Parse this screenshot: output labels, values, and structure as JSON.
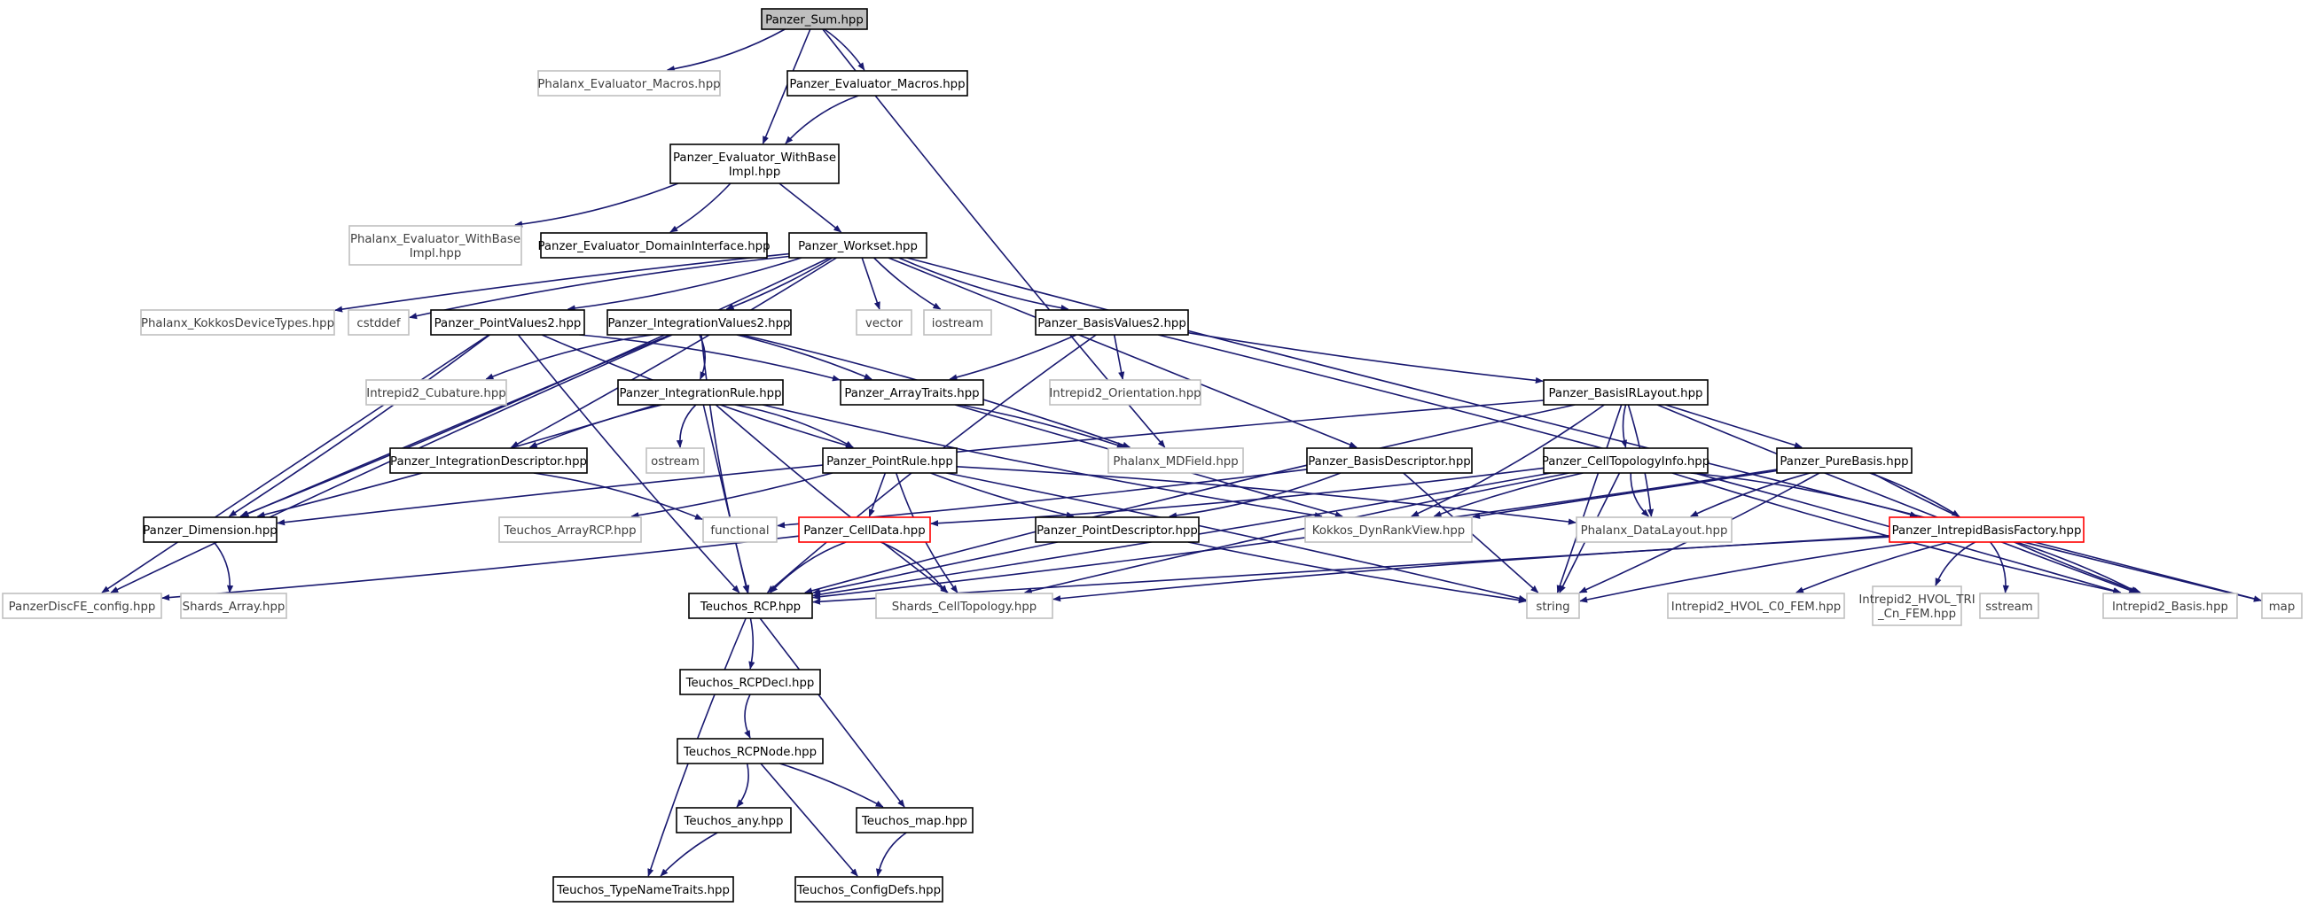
{
  "colors": {
    "edge": "#191970",
    "root_fill": "#bfbfbf",
    "documented_border": "#000000",
    "external_border": "#bfbfbf",
    "truncated_border": "#ff0000",
    "text": "#000000",
    "external_text": "#3f3f3f"
  },
  "nodes": [
    {
      "id": "sum",
      "lines": [
        "Panzer_Sum.hpp"
      ],
      "kind": "root"
    },
    {
      "id": "phx_eval_macros",
      "lines": [
        "Phalanx_Evaluator_Macros.hpp"
      ],
      "kind": "external"
    },
    {
      "id": "pz_eval_macros",
      "lines": [
        "Panzer_Evaluator_Macros.hpp"
      ],
      "kind": "documented"
    },
    {
      "id": "pz_eval_wbi",
      "lines": [
        "Panzer_Evaluator_WithBase",
        "Impl.hpp"
      ],
      "kind": "documented"
    },
    {
      "id": "phx_eval_wbi",
      "lines": [
        "Phalanx_Evaluator_WithBase",
        "Impl.hpp"
      ],
      "kind": "external"
    },
    {
      "id": "pz_domain",
      "lines": [
        "Panzer_Evaluator_DomainInterface.hpp"
      ],
      "kind": "documented"
    },
    {
      "id": "workset",
      "lines": [
        "Panzer_Workset.hpp"
      ],
      "kind": "documented"
    },
    {
      "id": "phx_kokkos",
      "lines": [
        "Phalanx_KokkosDeviceTypes.hpp"
      ],
      "kind": "external"
    },
    {
      "id": "cstddef",
      "lines": [
        "cstddef"
      ],
      "kind": "external"
    },
    {
      "id": "pointvalues2",
      "lines": [
        "Panzer_PointValues2.hpp"
      ],
      "kind": "documented"
    },
    {
      "id": "intvalues2",
      "lines": [
        "Panzer_IntegrationValues2.hpp"
      ],
      "kind": "documented"
    },
    {
      "id": "vector",
      "lines": [
        "vector"
      ],
      "kind": "external"
    },
    {
      "id": "iostream",
      "lines": [
        "iostream"
      ],
      "kind": "external"
    },
    {
      "id": "basisvalues2",
      "lines": [
        "Panzer_BasisValues2.hpp"
      ],
      "kind": "documented"
    },
    {
      "id": "i2_cubature",
      "lines": [
        "Intrepid2_Cubature.hpp"
      ],
      "kind": "external"
    },
    {
      "id": "intrule",
      "lines": [
        "Panzer_IntegrationRule.hpp"
      ],
      "kind": "documented"
    },
    {
      "id": "arraytraits",
      "lines": [
        "Panzer_ArrayTraits.hpp"
      ],
      "kind": "documented"
    },
    {
      "id": "i2_orient",
      "lines": [
        "Intrepid2_Orientation.hpp"
      ],
      "kind": "external"
    },
    {
      "id": "basisirlayout",
      "lines": [
        "Panzer_BasisIRLayout.hpp"
      ],
      "kind": "documented"
    },
    {
      "id": "intdesc",
      "lines": [
        "Panzer_IntegrationDescriptor.hpp"
      ],
      "kind": "documented"
    },
    {
      "id": "ostream",
      "lines": [
        "ostream"
      ],
      "kind": "external"
    },
    {
      "id": "pointrule",
      "lines": [
        "Panzer_PointRule.hpp"
      ],
      "kind": "documented"
    },
    {
      "id": "phx_mdfield",
      "lines": [
        "Phalanx_MDField.hpp"
      ],
      "kind": "external"
    },
    {
      "id": "basisdesc",
      "lines": [
        "Panzer_BasisDescriptor.hpp"
      ],
      "kind": "documented"
    },
    {
      "id": "celltopoinfo",
      "lines": [
        "Panzer_CellTopologyInfo.hpp"
      ],
      "kind": "documented"
    },
    {
      "id": "purebasis",
      "lines": [
        "Panzer_PureBasis.hpp"
      ],
      "kind": "documented"
    },
    {
      "id": "dimension",
      "lines": [
        "Panzer_Dimension.hpp"
      ],
      "kind": "documented"
    },
    {
      "id": "t_arrayrcp",
      "lines": [
        "Teuchos_ArrayRCP.hpp"
      ],
      "kind": "external"
    },
    {
      "id": "functional",
      "lines": [
        "functional"
      ],
      "kind": "external"
    },
    {
      "id": "celldata",
      "lines": [
        "Panzer_CellData.hpp"
      ],
      "kind": "truncated"
    },
    {
      "id": "pointdesc",
      "lines": [
        "Panzer_PointDescriptor.hpp"
      ],
      "kind": "documented"
    },
    {
      "id": "kokkos_drv",
      "lines": [
        "Kokkos_DynRankView.hpp"
      ],
      "kind": "external"
    },
    {
      "id": "phx_datalayout",
      "lines": [
        "Phalanx_DataLayout.hpp"
      ],
      "kind": "external"
    },
    {
      "id": "ibfactory",
      "lines": [
        "Panzer_IntrepidBasisFactory.hpp"
      ],
      "kind": "truncated"
    },
    {
      "id": "discfe",
      "lines": [
        "PanzerDiscFE_config.hpp"
      ],
      "kind": "external"
    },
    {
      "id": "shards_array",
      "lines": [
        "Shards_Array.hpp"
      ],
      "kind": "external"
    },
    {
      "id": "t_rcp",
      "lines": [
        "Teuchos_RCP.hpp"
      ],
      "kind": "documented"
    },
    {
      "id": "shards_ct",
      "lines": [
        "Shards_CellTopology.hpp"
      ],
      "kind": "external"
    },
    {
      "id": "string",
      "lines": [
        "string"
      ],
      "kind": "external"
    },
    {
      "id": "i2_hvol_c0",
      "lines": [
        "Intrepid2_HVOL_C0_FEM.hpp"
      ],
      "kind": "external"
    },
    {
      "id": "i2_hvol_tri",
      "lines": [
        "Intrepid2_HVOL_TRI",
        "_Cn_FEM.hpp"
      ],
      "kind": "external"
    },
    {
      "id": "sstream",
      "lines": [
        "sstream"
      ],
      "kind": "external"
    },
    {
      "id": "i2_basis",
      "lines": [
        "Intrepid2_Basis.hpp"
      ],
      "kind": "external"
    },
    {
      "id": "map",
      "lines": [
        "map"
      ],
      "kind": "external"
    },
    {
      "id": "t_rcpdecl",
      "lines": [
        "Teuchos_RCPDecl.hpp"
      ],
      "kind": "documented"
    },
    {
      "id": "t_rcpnode",
      "lines": [
        "Teuchos_RCPNode.hpp"
      ],
      "kind": "documented"
    },
    {
      "id": "t_any",
      "lines": [
        "Teuchos_any.hpp"
      ],
      "kind": "documented"
    },
    {
      "id": "t_map",
      "lines": [
        "Teuchos_map.hpp"
      ],
      "kind": "documented"
    },
    {
      "id": "t_typename",
      "lines": [
        "Teuchos_TypeNameTraits.hpp"
      ],
      "kind": "documented"
    },
    {
      "id": "t_configdefs",
      "lines": [
        "Teuchos_ConfigDefs.hpp"
      ],
      "kind": "documented"
    }
  ],
  "edges": [
    [
      "sum",
      "phx_eval_macros"
    ],
    [
      "sum",
      "pz_eval_macros"
    ],
    [
      "sum",
      "pz_eval_wbi"
    ],
    [
      "sum",
      "phx_mdfield"
    ],
    [
      "pz_eval_macros",
      "pz_eval_wbi"
    ],
    [
      "pz_eval_wbi",
      "phx_eval_wbi"
    ],
    [
      "pz_eval_wbi",
      "pz_domain"
    ],
    [
      "pz_eval_wbi",
      "workset"
    ],
    [
      "workset",
      "phx_kokkos"
    ],
    [
      "workset",
      "cstddef"
    ],
    [
      "workset",
      "pointvalues2"
    ],
    [
      "workset",
      "intvalues2"
    ],
    [
      "workset",
      "vector"
    ],
    [
      "workset",
      "iostream"
    ],
    [
      "workset",
      "basisvalues2"
    ],
    [
      "workset",
      "dimension"
    ],
    [
      "workset",
      "intdesc"
    ],
    [
      "workset",
      "basisdesc"
    ],
    [
      "workset",
      "map"
    ],
    [
      "pointvalues2",
      "pointrule"
    ],
    [
      "pointvalues2",
      "arraytraits"
    ],
    [
      "pointvalues2",
      "dimension"
    ],
    [
      "pointvalues2",
      "discfe"
    ],
    [
      "pointvalues2",
      "t_rcp"
    ],
    [
      "intvalues2",
      "i2_cubature"
    ],
    [
      "intvalues2",
      "intrule"
    ],
    [
      "intvalues2",
      "arraytraits"
    ],
    [
      "intvalues2",
      "dimension"
    ],
    [
      "intvalues2",
      "discfe"
    ],
    [
      "intvalues2",
      "t_rcp"
    ],
    [
      "intvalues2",
      "phx_mdfield"
    ],
    [
      "basisvalues2",
      "arraytraits"
    ],
    [
      "basisvalues2",
      "i2_orient"
    ],
    [
      "basisvalues2",
      "basisirlayout"
    ],
    [
      "basisvalues2",
      "t_rcp"
    ],
    [
      "basisvalues2",
      "i2_basis"
    ],
    [
      "arraytraits",
      "phx_mdfield"
    ],
    [
      "arraytraits",
      "kokkos_drv"
    ],
    [
      "intrule",
      "intdesc"
    ],
    [
      "intrule",
      "ostream"
    ],
    [
      "intrule",
      "pointrule"
    ],
    [
      "intrule",
      "dimension"
    ],
    [
      "intrule",
      "t_rcp"
    ],
    [
      "intrule",
      "shards_ct"
    ],
    [
      "intrule",
      "kokkos_drv"
    ],
    [
      "intdesc",
      "functional"
    ],
    [
      "pointrule",
      "t_arrayrcp"
    ],
    [
      "pointrule",
      "celldata"
    ],
    [
      "pointrule",
      "pointdesc"
    ],
    [
      "pointrule",
      "shards_ct"
    ],
    [
      "pointrule",
      "phx_datalayout"
    ],
    [
      "pointrule",
      "string"
    ],
    [
      "basisirlayout",
      "purebasis"
    ],
    [
      "basisirlayout",
      "celltopoinfo"
    ],
    [
      "basisirlayout",
      "dimension"
    ],
    [
      "basisirlayout",
      "kokkos_drv"
    ],
    [
      "basisirlayout",
      "phx_datalayout"
    ],
    [
      "basisirlayout",
      "string"
    ],
    [
      "basisirlayout",
      "i2_basis"
    ],
    [
      "basisirlayout",
      "t_rcp"
    ],
    [
      "basisdesc",
      "pointdesc"
    ],
    [
      "basisdesc",
      "functional"
    ],
    [
      "basisdesc",
      "string"
    ],
    [
      "celltopoinfo",
      "kokkos_drv"
    ],
    [
      "celltopoinfo",
      "phx_datalayout"
    ],
    [
      "celltopoinfo",
      "celldata"
    ],
    [
      "celltopoinfo",
      "t_rcp"
    ],
    [
      "celltopoinfo",
      "string"
    ],
    [
      "celltopoinfo",
      "shards_ct"
    ],
    [
      "celltopoinfo",
      "i2_basis"
    ],
    [
      "celltopoinfo",
      "ibfactory"
    ],
    [
      "purebasis",
      "ibfactory"
    ],
    [
      "purebasis",
      "kokkos_drv"
    ],
    [
      "purebasis",
      "phx_datalayout"
    ],
    [
      "purebasis",
      "i2_basis"
    ],
    [
      "purebasis",
      "t_rcp"
    ],
    [
      "purebasis",
      "string"
    ],
    [
      "pointdesc",
      "t_rcp"
    ],
    [
      "pointdesc",
      "string"
    ],
    [
      "celldata",
      "t_rcp"
    ],
    [
      "celldata",
      "shards_ct"
    ],
    [
      "celldata",
      "discfe"
    ],
    [
      "ibfactory",
      "t_rcp"
    ],
    [
      "ibfactory",
      "i2_hvol_c0"
    ],
    [
      "ibfactory",
      "i2_hvol_tri"
    ],
    [
      "ibfactory",
      "sstream"
    ],
    [
      "ibfactory",
      "i2_basis"
    ],
    [
      "ibfactory",
      "map"
    ],
    [
      "ibfactory",
      "string"
    ],
    [
      "ibfactory",
      "shards_ct"
    ],
    [
      "dimension",
      "shards_array"
    ],
    [
      "t_rcp",
      "t_rcpdecl"
    ],
    [
      "t_rcp",
      "t_map"
    ],
    [
      "t_rcp",
      "t_typename"
    ],
    [
      "t_rcpdecl",
      "t_rcpnode"
    ],
    [
      "t_rcpnode",
      "t_any"
    ],
    [
      "t_rcpnode",
      "t_map"
    ],
    [
      "t_rcpnode",
      "t_configdefs"
    ],
    [
      "t_any",
      "t_typename"
    ],
    [
      "t_map",
      "t_configdefs"
    ]
  ]
}
